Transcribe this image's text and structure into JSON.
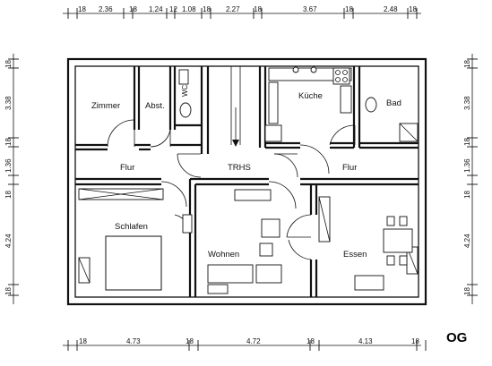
{
  "plan": {
    "floor_label": "OG",
    "rooms": {
      "zimmer": "Zimmer",
      "abst": "Abst.",
      "wc": "WC",
      "kueche": "Küche",
      "bad": "Bad",
      "flur_left": "Flur",
      "trhs": "TRHS",
      "flur_right": "Flur",
      "schlafen": "Schlafen",
      "wohnen": "Wohnen",
      "essen": "Essen"
    },
    "dims_top": [
      "18",
      "2.36",
      "18",
      "1.24",
      "12",
      "1.08",
      "18",
      "2.27",
      "18",
      "3.67",
      "18",
      "2.48",
      "18"
    ],
    "dims_bottom": [
      "18",
      "4.73",
      "18",
      "4.72",
      "18",
      "4.13",
      "18"
    ],
    "dims_left": [
      "18",
      "3.38",
      "18",
      "1.36",
      "18",
      "4.24",
      "18"
    ],
    "dims_right": [
      "18",
      "3.38",
      "18",
      "1.36",
      "18",
      "4.24",
      "18"
    ]
  }
}
